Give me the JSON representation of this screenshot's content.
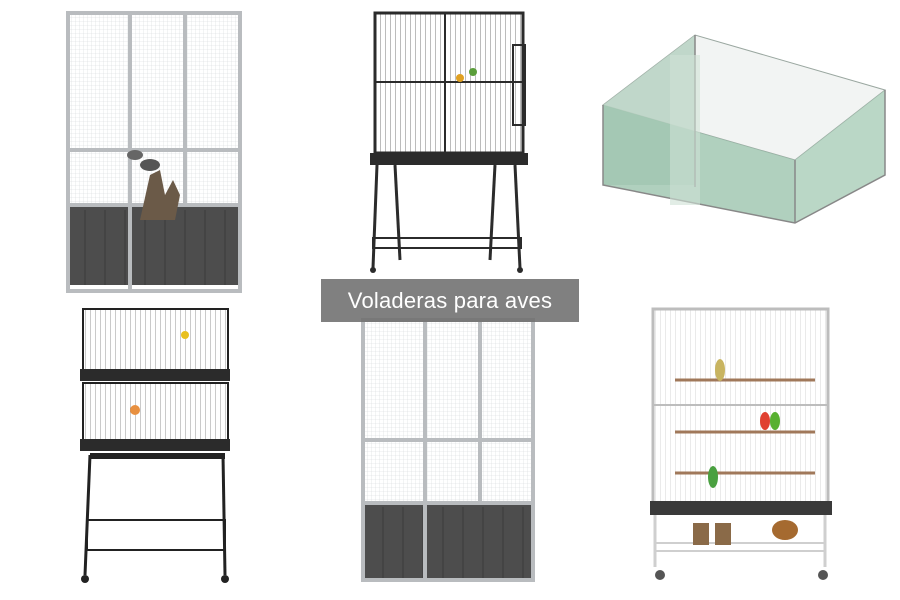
{
  "caption": {
    "text": "Voladeras para aves"
  },
  "images": [
    {
      "name": "aviary-tall-dark-base"
    },
    {
      "name": "black-cage-on-stand"
    },
    {
      "name": "walk-in-run-enclosure"
    },
    {
      "name": "stacked-flight-cages"
    },
    {
      "name": "aviary-tall-dark-base-2"
    },
    {
      "name": "white-cage-on-stand"
    }
  ],
  "colors": {
    "frame_silver": "#b9bcbf",
    "panel_dark": "#4d4d4d",
    "mesh_green": "#8fbfa5",
    "cage_black": "#2b2b2b",
    "cage_white": "#e8e8e8",
    "caption_bg": "#6e6e6e"
  }
}
